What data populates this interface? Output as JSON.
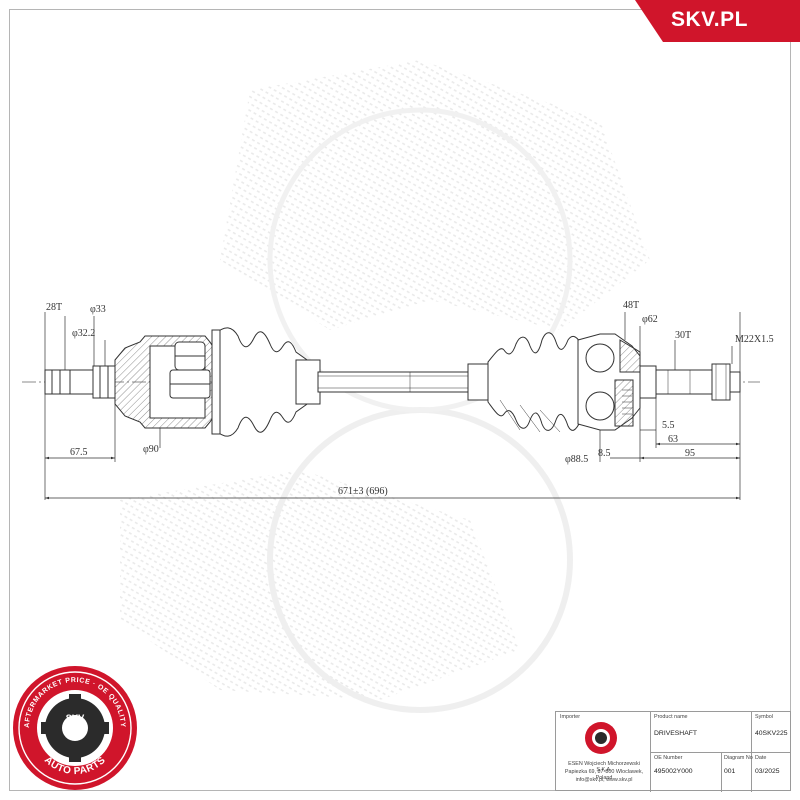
{
  "brand": {
    "name": "SKV.PL",
    "color": "#d0152b"
  },
  "seal": {
    "ring_text": "AFTERMARKET PRICE · OE QUALITY",
    "center_text": "SKV",
    "bottom_text": "AUTO PARTS"
  },
  "dimensions": {
    "spline_left": "28T",
    "dia_33": "φ33",
    "dia_32_2": "φ32.2",
    "dia_90": "φ90",
    "len_67_5": "67.5",
    "total_length": "671±3 (696)",
    "spline_outer": "48T",
    "dia_62": "φ62",
    "spline_right": "30T",
    "thread": "M22X1.5",
    "len_5_5": "5.5",
    "len_63": "63",
    "len_95": "95",
    "len_8_5": "8.5",
    "dia_88_5": "φ88.5"
  },
  "title_block": {
    "importer_label": "Importer",
    "importer_address": [
      "ESEN Wojciech Michorzewski S.K.A.",
      "Papiezka 69, 87-800 Wloclawek, Poland",
      "info@skv.pl, www.skv.pl"
    ],
    "product_name_label": "Product name",
    "product_name": "DRIVESHAFT",
    "symbol_label": "Symbol",
    "symbol": "40SKV225",
    "oe_number_label": "OE Number",
    "oe_number": "495002Y000",
    "diagram_no_label": "Diagram No",
    "diagram_no": "001",
    "date_label": "Date",
    "date": "03/2025"
  },
  "colors": {
    "line": "#3a3a3a",
    "watermark": "#ececec",
    "red": "#d0152b"
  }
}
